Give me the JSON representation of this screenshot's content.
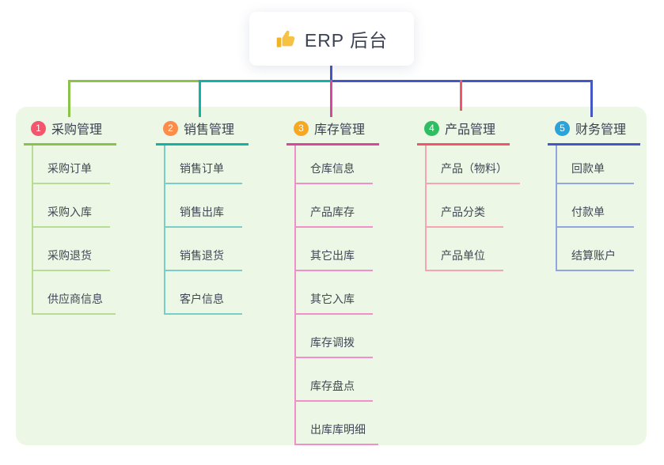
{
  "root": {
    "title": "ERP 后台",
    "icon": "thumbs-up-icon",
    "icon_color": "#f6c244",
    "line_color": "#4457c5"
  },
  "palette": {
    "panel_bg": "#ecf7e6",
    "text_dark": "#3b4353",
    "text_item": "#414855"
  },
  "branches": [
    {
      "badge": "1",
      "label": "采购管理",
      "badge_color": "#f4566d",
      "line_color": "#8ac24a",
      "sub_line_color": "#b9dc95",
      "items": [
        "采购订单",
        "采购入库",
        "采购退货",
        "供应商信息"
      ]
    },
    {
      "badge": "2",
      "label": "销售管理",
      "badge_color": "#fb8c4a",
      "line_color": "#13b2a4",
      "sub_line_color": "#79cfc7",
      "items": [
        "销售订单",
        "销售出库",
        "销售退货",
        "客户信息"
      ]
    },
    {
      "badge": "3",
      "label": "库存管理",
      "badge_color": "#f6a823",
      "line_color": "#d8479e",
      "sub_line_color": "#f090c8",
      "items": [
        "仓库信息",
        "产品库存",
        "其它出库",
        "其它入库",
        "库存调拨",
        "库存盘点",
        "出库库明细"
      ]
    },
    {
      "badge": "4",
      "label": "产品管理",
      "badge_color": "#2fbd62",
      "line_color": "#f2546b",
      "sub_line_color": "#f8a3b0",
      "items": [
        "产品（物料）",
        "产品分类",
        "产品单位"
      ]
    },
    {
      "badge": "5",
      "label": "财务管理",
      "badge_color": "#2ba2d8",
      "line_color": "#4457c5",
      "sub_line_color": "#92a5e0",
      "items": [
        "回款单",
        "付款单",
        "结算账户"
      ]
    }
  ]
}
